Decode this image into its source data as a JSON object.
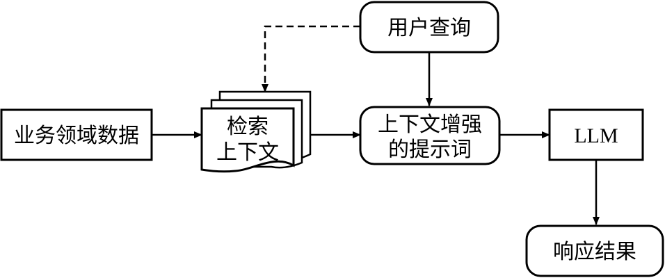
{
  "nodes": {
    "domain_data": {
      "label": "业务领域数据"
    },
    "retrieved_context": {
      "label_line1": "检索",
      "label_line2": "上下文"
    },
    "user_query": {
      "label": "用户查询"
    },
    "enhanced_prompt": {
      "label_line1": "上下文增强",
      "label_line2": "的提示词"
    },
    "llm": {
      "label": "LLM"
    },
    "response": {
      "label": "响应结果"
    }
  },
  "colors": {
    "stroke": "#000000",
    "fill": "#ffffff",
    "text": "#000000"
  }
}
